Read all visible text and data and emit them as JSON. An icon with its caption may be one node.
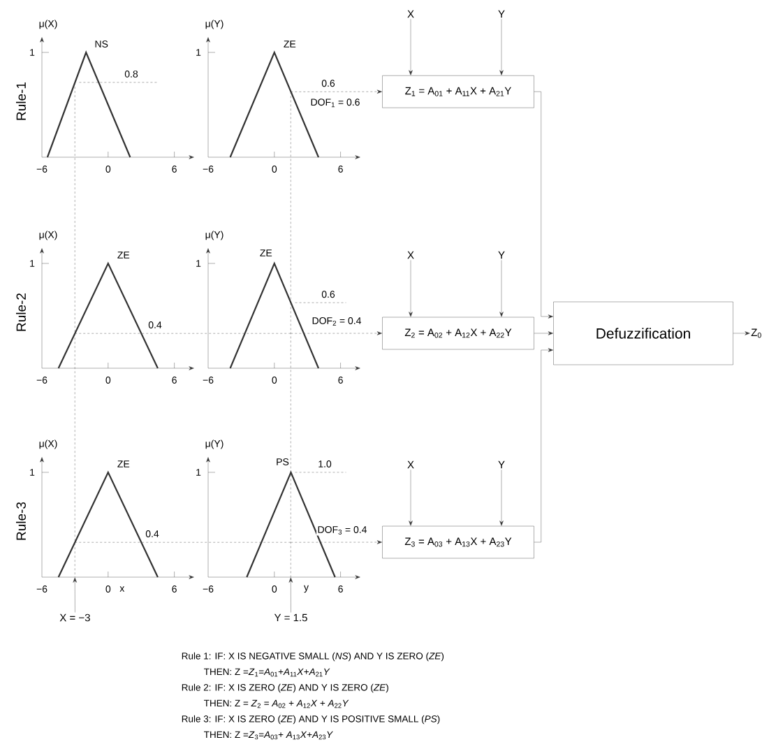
{
  "diagram": {
    "nodes": [
      {
        "text": [
          "Z$_{1}$ = A$_{01}$ + A$_{11}$X + A$_{21}$Y"
        ]
      },
      {
        "text": [
          "Z$_{2}$ = A$_{02}$ + A$_{12}$X + A$_{22}$Y"
        ]
      },
      {
        "text": [
          "Z$_{3}$ = A$_{03}$ + A$_{13}$X + A$_{23}$Y"
        ]
      },
      {
        "text": [
          "Defuzzification"
        ]
      },
      {
        "text": [
          "Z$_{0}$"
        ]
      },
      {
        "text": [
          "X"
        ]
      },
      {
        "text": [
          "Y"
        ]
      },
      {
        "text": [
          "X"
        ]
      },
      {
        "text": [
          "Y"
        ]
      },
      {
        "text": [
          "X"
        ]
      },
      {
        "text": [
          "Y"
        ]
      },
      {
        "text": [
          "X = −3"
        ]
      },
      {
        "text": [
          "Y = 1.5"
        ]
      },
      {
        "text": [
          "NS"
        ],
        "beside": [
          "μ(X)",
          "1",
          "−6",
          "0",
          "6"
        ]
      },
      {
        "text": [
          "ZE"
        ],
        "beside": [
          "μ(Y)",
          "1",
          "−6",
          "0",
          "6"
        ]
      },
      {
        "text": [
          "ZE"
        ],
        "beside": [
          "μ(X)",
          "1",
          "−6",
          "0",
          "6"
        ]
      },
      {
        "text": [
          "ZE"
        ],
        "beside": [
          "μ(Y)",
          "1",
          "−6",
          "0",
          "6"
        ]
      },
      {
        "text": [
          "ZE"
        ],
        "beside": [
          "μ(X)",
          "1",
          "−6",
          "0",
          "x",
          "6"
        ]
      },
      {
        "text": [
          "PS"
        ],
        "beside": [
          "μ(Y)",
          "1",
          "−6",
          "0",
          "y",
          "6"
        ]
      }
    ],
    "edges": [
      {
        "from": 14,
        "to": 0,
        "arrow": "to",
        "style": "dashed"
      },
      {
        "from": 15,
        "to": 16,
        "arrow": "none",
        "style": "dashed"
      },
      {
        "from": 16,
        "to": 1,
        "arrow": "to",
        "style": "dashed"
      },
      {
        "from": 17,
        "to": 18,
        "arrow": "none",
        "style": "dashed"
      },
      {
        "from": 18,
        "to": 2,
        "arrow": "to",
        "style": "dashed"
      },
      {
        "from": 5,
        "to": 0,
        "arrow": "to"
      },
      {
        "from": 6,
        "to": 0,
        "arrow": "to"
      },
      {
        "from": 7,
        "to": 1,
        "arrow": "to"
      },
      {
        "from": 8,
        "to": 1,
        "arrow": "to"
      },
      {
        "from": 9,
        "to": 2,
        "arrow": "to"
      },
      {
        "from": 10,
        "to": 2,
        "arrow": "to"
      },
      {
        "from": 0,
        "to": 3,
        "arrow": "to"
      },
      {
        "from": 1,
        "to": 3,
        "arrow": "to"
      },
      {
        "from": 2,
        "to": 3,
        "arrow": "to"
      },
      {
        "from": 3,
        "to": 4,
        "arrow": "to"
      },
      {
        "from": 11,
        "to": 17,
        "arrow": "to"
      },
      {
        "from": 12,
        "to": 18,
        "arrow": "to"
      },
      {
        "from": 13,
        "to": 15,
        "arrow": "none",
        "style": "dashed"
      },
      {
        "from": 15,
        "to": 17,
        "arrow": "none",
        "style": "dashed"
      },
      {
        "from": 14,
        "to": 16,
        "arrow": "none",
        "style": "dashed"
      },
      {
        "from": 16,
        "to": 18,
        "arrow": "none",
        "style": "dashed"
      }
    ],
    "labels": [
      "Rule-1",
      "0.8",
      "0.6",
      "DOF$_{1}$ = 0.6",
      "Rule-2",
      "0.4",
      "0.6",
      "DOF$_{2}$ = 0.4",
      "Rule-3",
      "0.4",
      "1.0",
      "DOF$_{3}$ = 0.4",
      "Rule 1: IF: X IS NEGATIVE SMALL (*NS*) AND Y IS ZERO (*ZE*)",
      "THEN: Z =*Z*$_{1}$=*A*$_{01}$+*A*$_{11}$*X*+*A*$_{21}$*Y*",
      "Rule 2: IF: X IS ZERO (*ZE*) AND Y IS ZERO (*ZE*)",
      "THEN: Z = *Z*$_{2}$ = *A*$_{02}$ + *A*$_{12}$*X* + *A*$_{22}$*Y*",
      "Rule 3: IF: X IS ZERO (*ZE*) AND Y IS POSITIVE SMALL (*PS*)",
      "THEN: Z =*Z*$_{3}$=*A*$_{03}$+ *A*$_{13}$*X*+*A*$_{23}$*Y*"
    ]
  }
}
